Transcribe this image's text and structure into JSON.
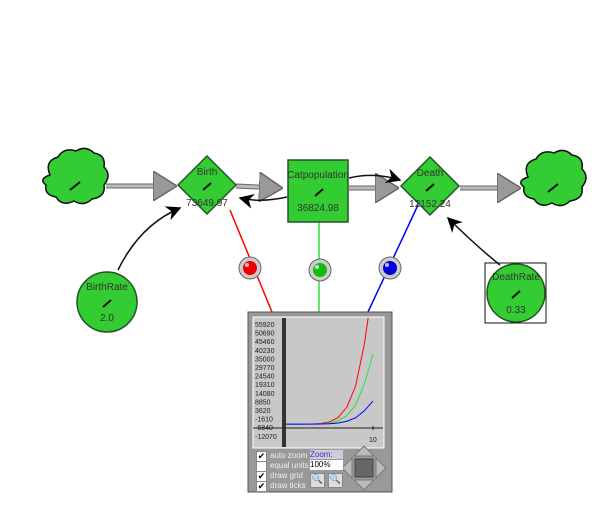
{
  "nodes": {
    "birth": {
      "label": "Birth",
      "value": "73649.97"
    },
    "population": {
      "label": "Catpopulation",
      "value": "36824.98"
    },
    "death": {
      "label": "Death",
      "value": "12152.24"
    },
    "birth_rate": {
      "label": "BirthRate",
      "value": "2.0"
    },
    "death_rate": {
      "label": "DeathRate",
      "value": "0.33"
    }
  },
  "colors": {
    "node": "#33cc33",
    "birth": "#ff0000",
    "population": "#33dd33",
    "death": "#0000ff"
  },
  "plot": {
    "y_ticks": [
      "55920",
      "50690",
      "45460",
      "40230",
      "35000",
      "29770",
      "24540",
      "19310",
      "14080",
      "8850",
      "3620",
      "-1610",
      "-6840",
      "-12070"
    ],
    "x_tick": "10",
    "controls": {
      "auto_zoom": {
        "label": "auto zoom",
        "checked": true
      },
      "equal_units": {
        "label": "equal units",
        "checked": false
      },
      "draw_grid": {
        "label": "draw grid",
        "checked": true
      },
      "draw_ticks": {
        "label": "draw ticks",
        "checked": true
      },
      "zoom_label": "Zoom:",
      "zoom_value": "100%"
    }
  },
  "chart_data": {
    "type": "line",
    "x": [
      0,
      1,
      2,
      3,
      4,
      5,
      6,
      7,
      8,
      9,
      10
    ],
    "ylim": [
      -12070,
      55920
    ],
    "xlim": [
      0,
      10
    ],
    "series": [
      {
        "name": "Birth",
        "color": "#ff0000",
        "values": [
          0,
          0,
          0,
          50,
          300,
          1200,
          3500,
          9000,
          20000,
          42000,
          73650
        ]
      },
      {
        "name": "Catpopulation",
        "color": "#33dd33",
        "values": [
          0,
          0,
          0,
          25,
          150,
          600,
          1750,
          4500,
          10000,
          21000,
          36825
        ]
      },
      {
        "name": "Death",
        "color": "#0000ff",
        "values": [
          0,
          0,
          0,
          8,
          50,
          200,
          580,
          1500,
          3300,
          7000,
          12152
        ]
      }
    ]
  }
}
